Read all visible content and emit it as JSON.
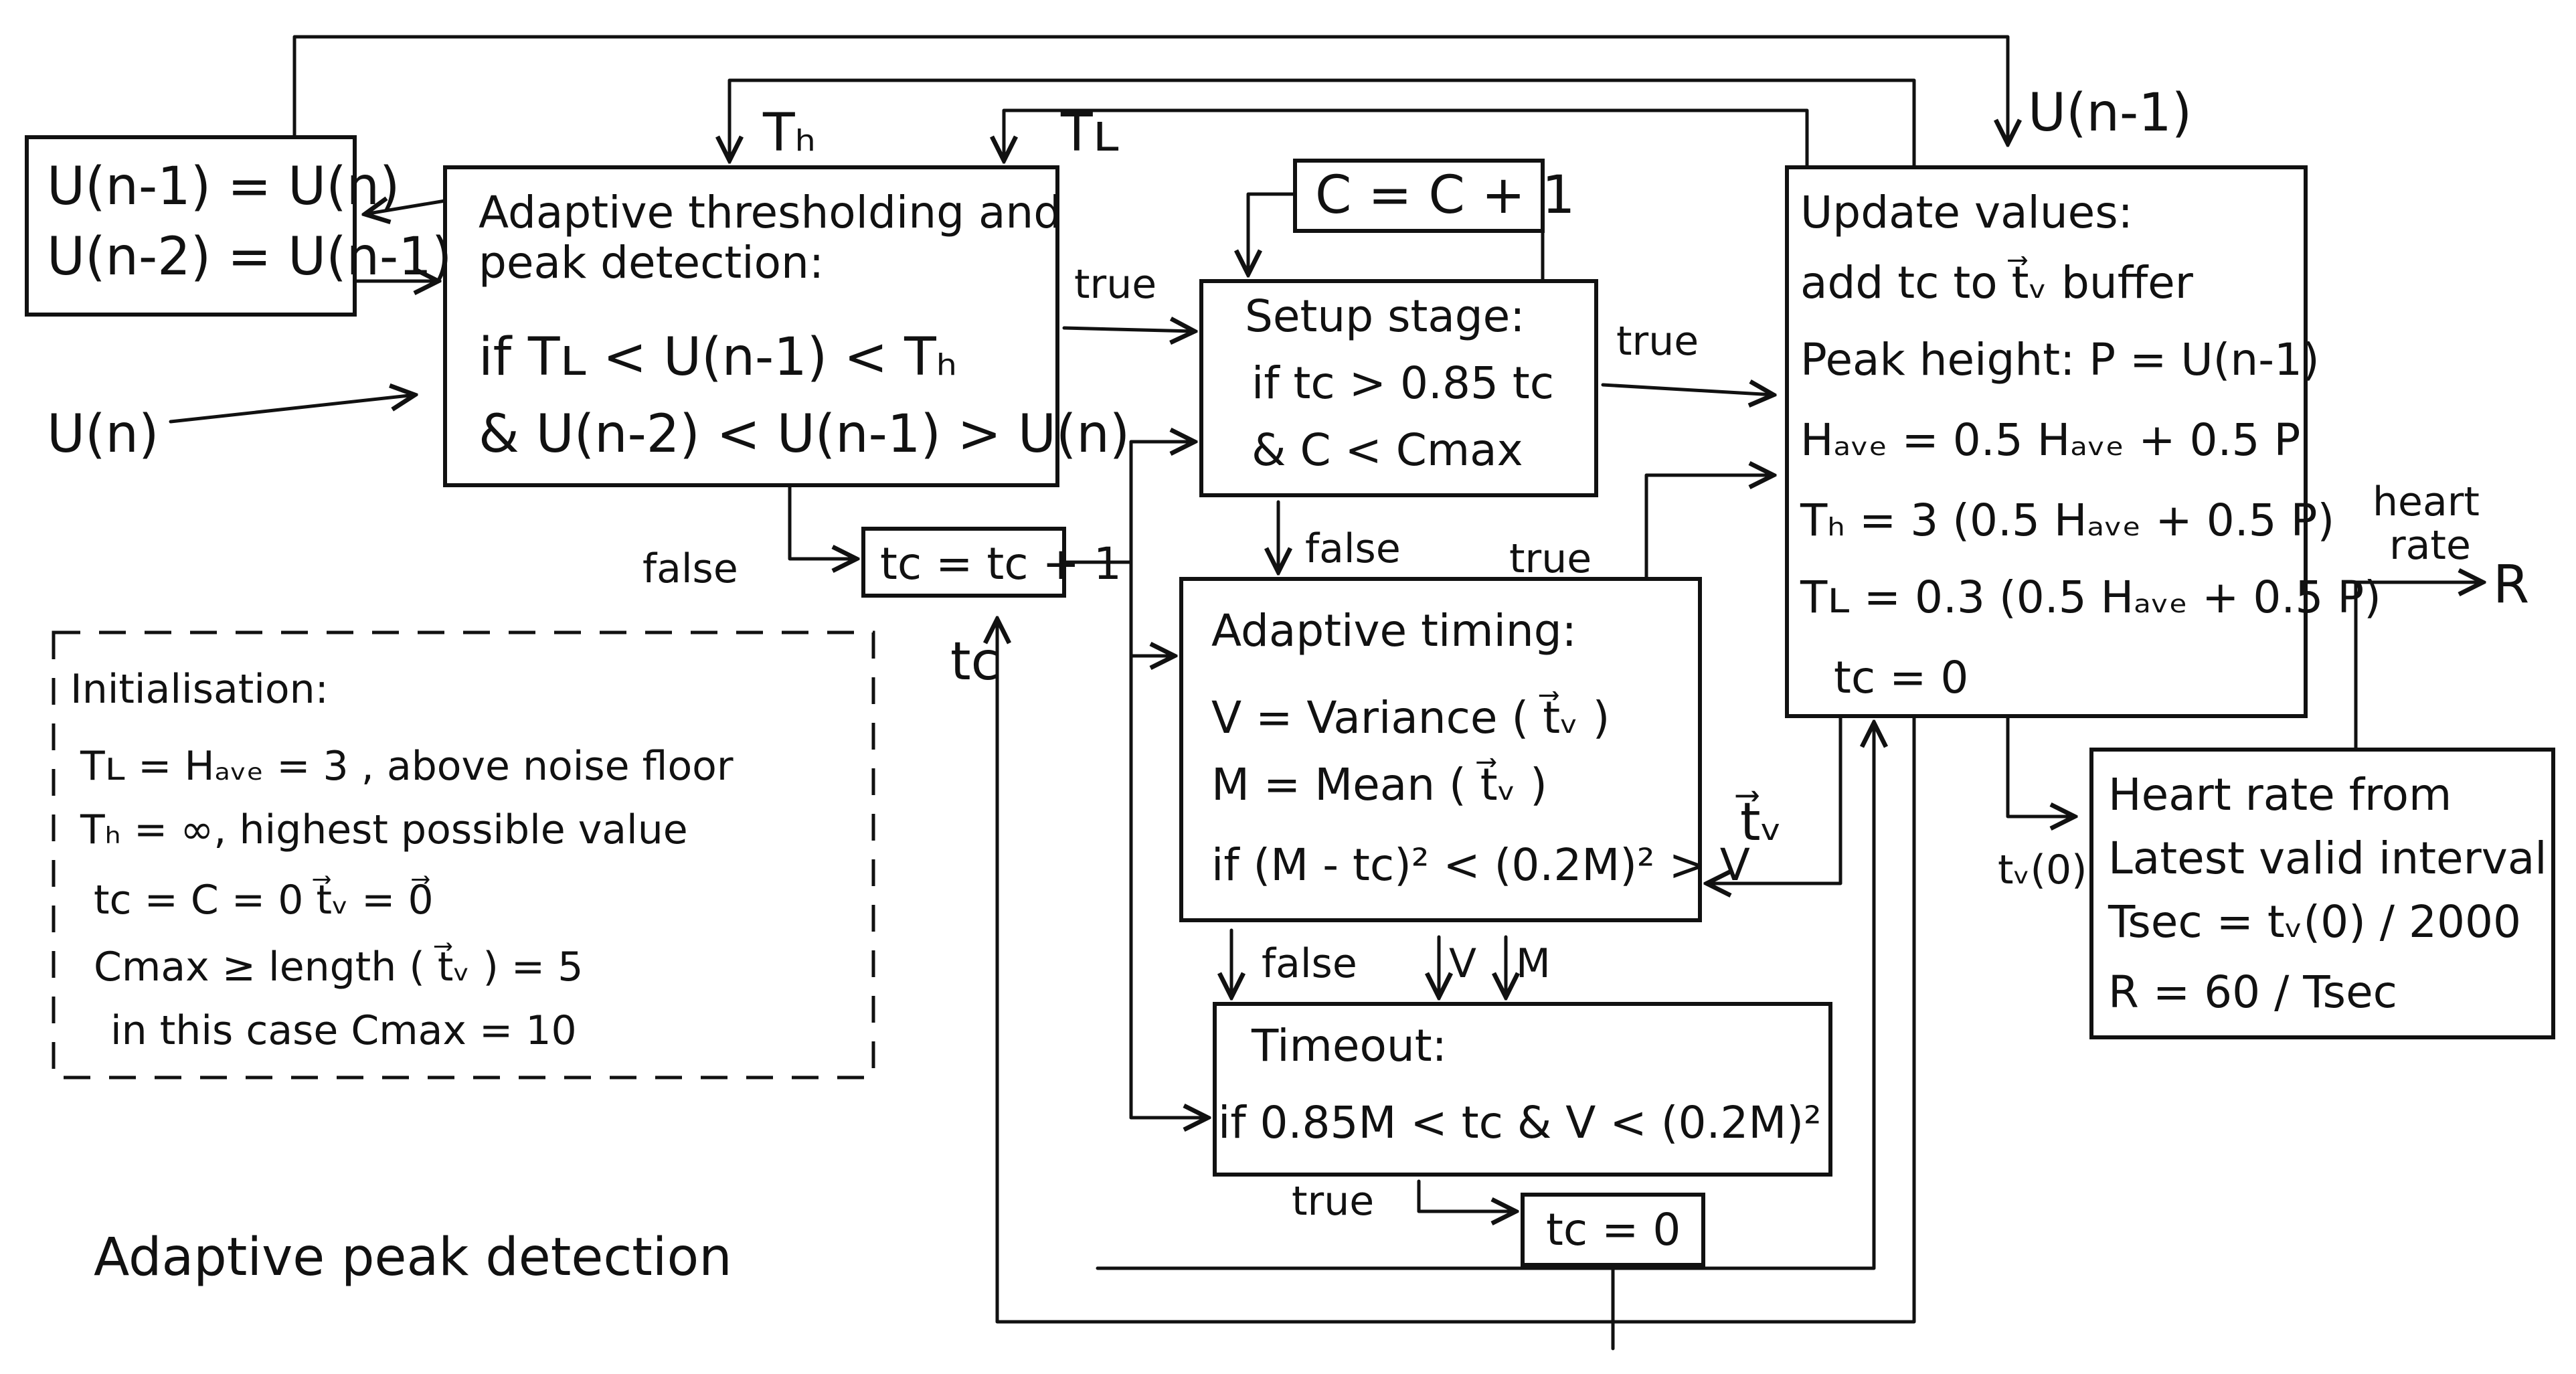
{
  "inputs": {
    "u_n": "U(n)"
  },
  "shift_box": {
    "line1": "U(n-1) = U(n)",
    "line2": "U(n-2) = U(n-1)"
  },
  "detection_box": {
    "title1": "Adaptive thresholding and",
    "title2": "peak detection:",
    "cond1": "if   Tʟ < U(n-1) < Tₕ",
    "cond2": "&   U(n-2) < U(n-1) > U(n)"
  },
  "counter_box": {
    "label": "C = C + 1"
  },
  "setup_box": {
    "title": "Setup stage:",
    "cond1": "if  tᴄ > 0.85 tᴄ",
    "cond2": "&  C < Cmax"
  },
  "increment_box": {
    "label": "tᴄ = tᴄ + 1"
  },
  "timing_box": {
    "title": "Adaptive timing:",
    "line1": "V = Variance ( t⃗ᵥ )",
    "line2": "M = Mean ( t⃗ᵥ )",
    "line3": "if (M - tᴄ)² < (0.2M)² > V"
  },
  "timeout_box": {
    "title": "Timeout:",
    "cond": "if 0.85M < tᴄ & V < (0.2M)²"
  },
  "reset_box": {
    "label": "tᴄ = 0"
  },
  "update_box": {
    "title": "Update values:",
    "line1": "add tᴄ to t⃗ᵥ buffer",
    "line2": "Peak height: P = U(n-1)",
    "line3": "Hₐᵥₑ = 0.5 Hₐᵥₑ + 0.5 P",
    "line4": "Tₕ = 3 (0.5 Hₐᵥₑ + 0.5 P)",
    "line5": "Tʟ = 0.3 (0.5 Hₐᵥₑ + 0.5 P)",
    "line6": "tᴄ = 0"
  },
  "heartrate_box": {
    "line1": "Heart rate from",
    "line2": "Latest valid interval",
    "line3": "Tsec = tᵥ(0) / 2000",
    "line4": "R = 60 / Tsec"
  },
  "init_box": {
    "title": "Initialisation:",
    "line1": "Tʟ = Hₐᵥₑ = 3 , above noise floor",
    "line2": "Tₕ = ∞, highest possible value",
    "line3": "tᴄ = C = 0        t⃗ᵥ = 0⃗",
    "line4": "Cmax ≥ length ( t⃗ᵥ ) = 5",
    "line5": "in this case  Cmax = 10"
  },
  "labels": {
    "th": "Tₕ",
    "tl": "Tʟ",
    "u_prev": "U(n-1)",
    "true_detect": "true",
    "false_detect": "false",
    "true_setup": "true",
    "false_setup": "false",
    "true_timing": "true",
    "tc_side": "tᴄ",
    "tv_vec": "t⃗ᵥ",
    "tv0": "tᵥ(0)",
    "false_timing": "false",
    "v_out": "V",
    "m_out": "M",
    "true_timeout": "true",
    "heart_rate": "heart",
    "heart_rate2": "rate",
    "r_out": "R"
  },
  "caption": "Adaptive peak detection"
}
